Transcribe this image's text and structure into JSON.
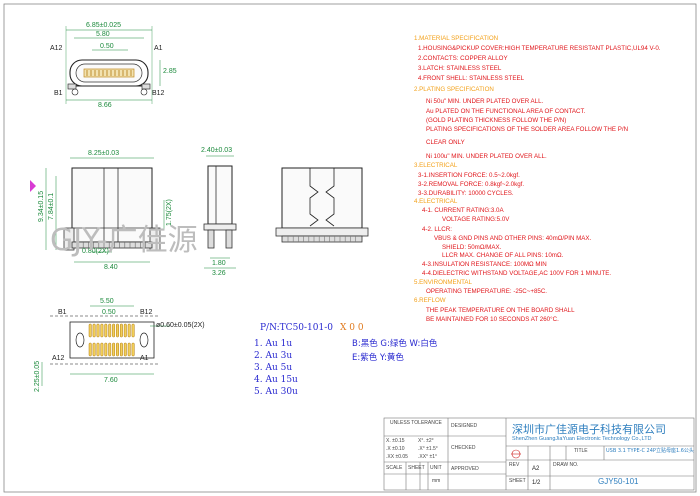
{
  "views": {
    "top": {
      "dims": [
        "6.85±0.025",
        "5.80",
        "0.50",
        "8.66",
        "2.85"
      ],
      "pins": [
        "A12",
        "A1",
        "B1",
        "B12"
      ]
    },
    "front": {
      "dims": [
        "8.25±0.03",
        "9.34±0.15",
        "7.84±0.1",
        "1.75(2X)",
        "0.80(2X)",
        "8.40"
      ]
    },
    "side": {
      "dims": [
        "2.40±0.03",
        "1.80",
        "3.26"
      ]
    },
    "footprint": {
      "dims": [
        "5.50",
        "0.50",
        "ø0.60±0.05(2X)",
        "7.60",
        "2.25±0.05"
      ],
      "pins": [
        "B1",
        "B12",
        "A12",
        "A1"
      ]
    }
  },
  "watermark": "GJY-广佳源",
  "notes": {
    "headers": [
      "1.MATERIAL SPECIFICATION",
      "2.PLATING SPECIFICATION",
      "3.ELECTRICAL",
      "4.ELECTRICAL",
      "5.ENVIRONMENTAL",
      "6.REFLOW"
    ],
    "lines": [
      {
        "color": "red",
        "text": "1.HOUSING&PICKUP COVER:HIGH TEMPERATURE RESISTANT PLASTIC,UL94 V-0."
      },
      {
        "color": "red",
        "text": "2.CONTACTS: COPPER ALLOY"
      },
      {
        "color": "red",
        "text": "3.LATCH: STAINLESS STEEL"
      },
      {
        "color": "red",
        "text": "4.FRONT SHELL: STAINLESS STEEL"
      },
      {
        "color": "red",
        "text": "Ni 50u\" MIN. UNDER PLATED OVER ALL."
      },
      {
        "color": "red",
        "text": "Au PLATED ON THE FUNCTIONAL AREA OF CONTACT."
      },
      {
        "color": "red",
        "text": "(GOLD PLATING THICKNESS FOLLOW THE P/N)"
      },
      {
        "color": "red",
        "text": "PLATING SPECIFICATIONS OF THE SOLDER AREA FOLLOW THE P/N"
      },
      {
        "color": "red",
        "text": "CLEAR ONLY"
      },
      {
        "color": "red",
        "text": "Ni 100u\" MIN. UNDER PLATED OVER ALL."
      },
      {
        "color": "red",
        "text": "3-1.INSERTION FORCE: 0.5~2.0kgf."
      },
      {
        "color": "red",
        "text": "3-2.REMOVAL FORCE: 0.8kgf~2.0kgf."
      },
      {
        "color": "red",
        "text": "3-3.DURABILITY: 10000 CYCLES."
      },
      {
        "color": "red",
        "text": "4-1. CURRENT RATING:3.0A"
      },
      {
        "color": "red",
        "text": "VOLTAGE RATING:5.0V"
      },
      {
        "color": "red",
        "text": "4-2. LLCR:"
      },
      {
        "color": "red",
        "text": "VBUS & GND PINS AND OTHER PINS: 40mΩ/PIN MAX."
      },
      {
        "color": "red",
        "text": "SHIELD: 50mΩ/MAX."
      },
      {
        "color": "red",
        "text": "LLCR MAX. CHANGE OF ALL PINS: 10mΩ."
      },
      {
        "color": "red",
        "text": "4-3.INSULATION RESISTANCE: 100MΩ MIN"
      },
      {
        "color": "red",
        "text": "4-4.DIELECTRIC WITHSTAND VOLTAGE,AC 100V FOR 1 MINUTE."
      },
      {
        "color": "red",
        "text": "OPERATING TEMPERATURE: -25C~+85C."
      },
      {
        "color": "red",
        "text": "THE PEAK TEMPERATURE ON THE BOARD SHALL"
      },
      {
        "color": "red",
        "text": "BE MAINTAINED FOR 10 SECONDS AT 260°C."
      }
    ]
  },
  "part_number": {
    "label": "P/N:TC50-101-0",
    "suffix": "X 0 0",
    "plating": [
      "1. Au 1u",
      "2. Au 3u",
      "3. Au 5u",
      "4. Au 15u",
      "5. Au 30u"
    ],
    "colors_row1": "B:黑色  G:绿色  W:白色",
    "colors_row2": "E:紫色  Y:黄色"
  },
  "title_block": {
    "company_cn": "深圳市广佳源电子科技有限公司",
    "company_en": "ShenZhen GuangJiaYuan Electronic Technology Co.,LTD",
    "title_label": "TITLE",
    "title": "USB 3.1 TYPE-C 24P立贴母座1.6公头",
    "part": "GJY50-101",
    "tolerance_head": "UNLESS TOLERANCE",
    "tol_rows": [
      "X. ±0.15",
      ".X  ±0.10",
      ".XX ±0.05"
    ],
    "ang_rows": [
      "X°. ±2°",
      ".X° ±1.5°",
      ".XX° ±1°"
    ],
    "designed": "DESIGNED",
    "checked": "CHECKED",
    "approved": "APPROVED",
    "rev": "REV",
    "rev_val": "A2",
    "draw_no": "DRAW NO.",
    "scale": "SCALE",
    "sheet": "SHEET",
    "sheet_val": "1/2",
    "unit": "UNIT",
    "unit_val": "mm"
  }
}
